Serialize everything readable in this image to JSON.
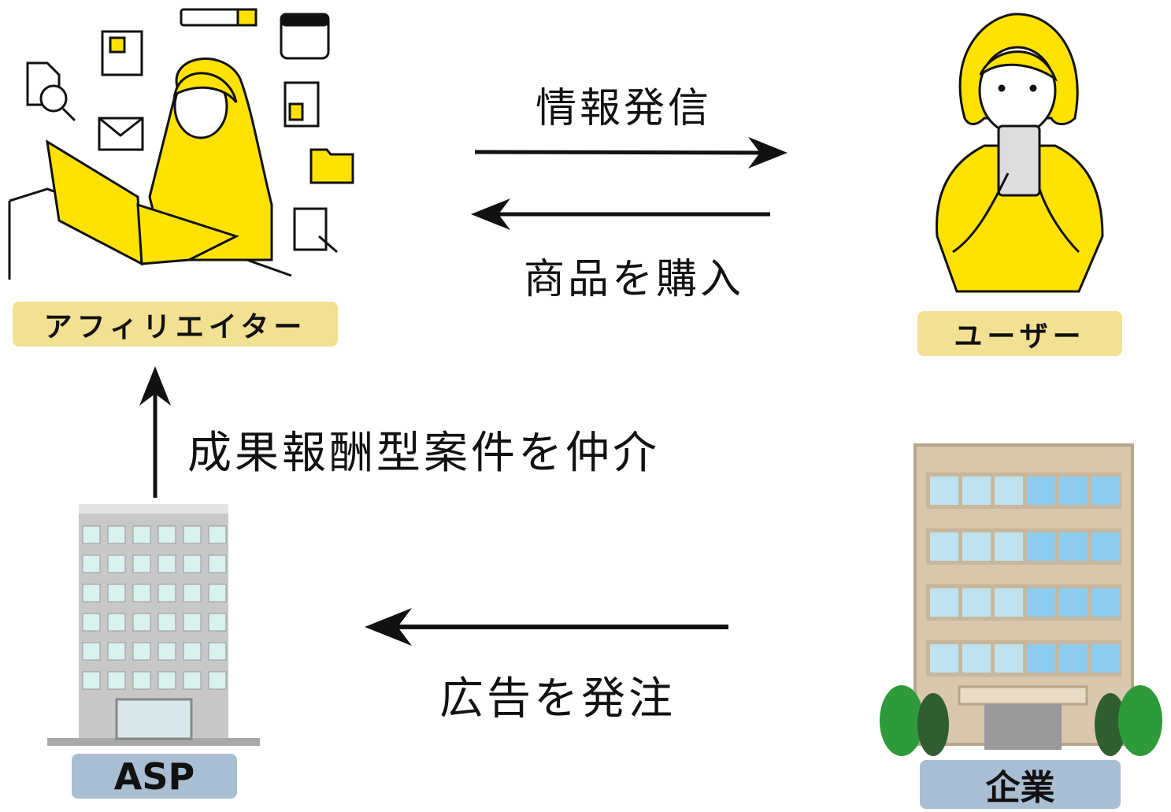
{
  "nodes": {
    "affiliator": {
      "label": "アフィリエイター"
    },
    "user": {
      "label": "ユーザー"
    },
    "asp": {
      "label": "ASP"
    },
    "company": {
      "label": "企業"
    }
  },
  "edges": {
    "info": {
      "label": "情報発信"
    },
    "purchase": {
      "label": "商品を購入"
    },
    "mediate": {
      "label": "成果報酬型案件を仲介"
    },
    "order": {
      "label": "広告を発注"
    }
  },
  "colors": {
    "accent": "#ffe200",
    "label_yellow": "#f2e193",
    "label_blue": "#a9bdd3"
  }
}
